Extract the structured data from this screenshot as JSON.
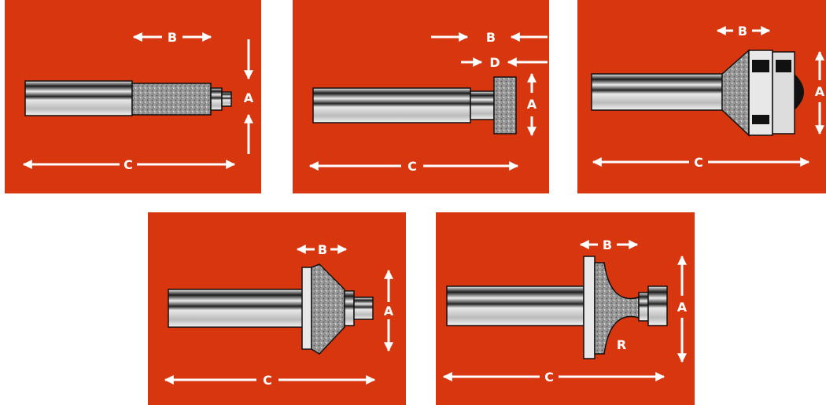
{
  "colors": {
    "panel_bg": "#d7360f",
    "arrow": "#ffffff",
    "steel": "#d9d9d9",
    "steel_dark": "#111111"
  },
  "panels": [
    {
      "bit": "straight-bearing-bit",
      "labels": {
        "a": "A",
        "b": "B",
        "c": "C"
      }
    },
    {
      "bit": "rabbet-bearing-bit",
      "labels": {
        "a": "A",
        "b": "B",
        "c": "C",
        "d": "D"
      }
    },
    {
      "bit": "roundover-bearing-bit",
      "labels": {
        "a": "A",
        "b": "B",
        "c": "C"
      }
    },
    {
      "bit": "chamfer-bearing-bit",
      "labels": {
        "a": "A",
        "b": "B",
        "c": "C"
      }
    },
    {
      "bit": "cove-bearing-bit",
      "labels": {
        "a": "A",
        "b": "B",
        "c": "C",
        "r": "R"
      }
    }
  ]
}
